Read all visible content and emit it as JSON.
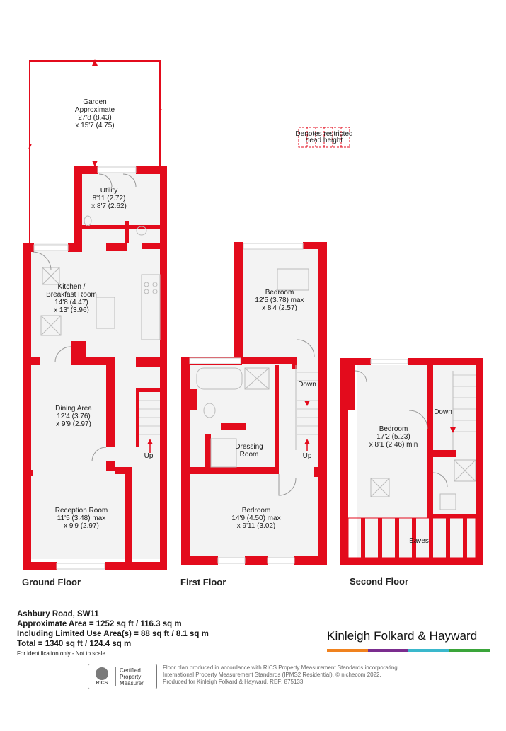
{
  "legend": {
    "line1": "Denotes restricted",
    "line2": "head height"
  },
  "rooms": {
    "garden": [
      "Garden",
      "Approximate",
      "27'8 (8.43)",
      "x 15'7 (4.75)"
    ],
    "utility": [
      "Utility",
      "8'11 (2.72)",
      "x 8'7 (2.62)"
    ],
    "kitchen": [
      "Kitchen /",
      "Breakfast Room",
      "14'8 (4.47)",
      "x 13' (3.96)"
    ],
    "dining": [
      "Dining Area",
      "12'4 (3.76)",
      "x 9'9 (2.97)"
    ],
    "reception": [
      "Reception Room",
      "11'5 (3.48) max",
      "x 9'9 (2.97)"
    ],
    "bedroom1": [
      "Bedroom",
      "12'5 (3.78) max",
      "x 8'4 (2.57)"
    ],
    "dressing": [
      "Dressing",
      "Room"
    ],
    "bedroom2": [
      "Bedroom",
      "14'9 (4.50) max",
      "x 9'11 (3.02)"
    ],
    "bedroom3": [
      "Bedroom",
      "17'2 (5.23)",
      "x 8'1 (2.46) min"
    ],
    "eaves": [
      "Eaves"
    ]
  },
  "stairs": {
    "up": "Up",
    "down": "Down"
  },
  "floors": {
    "ground": "Ground Floor",
    "first": "First Floor",
    "second": "Second Floor"
  },
  "info": {
    "address": "Ashbury Road, SW11",
    "area": "Approximate Area = 1252 sq ft / 116.3 sq m",
    "limited": "Including Limited Use Area(s) = 88 sq ft / 8.1 sq m",
    "total": "Total = 1340 sq ft / 124.4 sq m",
    "note": "For identification only - Not to scale"
  },
  "brand": {
    "name": "Kinleigh Folkard & Hayward",
    "bar_colors": [
      "#f0821e",
      "#7b2d8e",
      "#3ab8cc",
      "#3aa53a"
    ]
  },
  "rics": {
    "abbr": "RICS",
    "line1": "Certified",
    "line2": "Property",
    "line3": "Measurer"
  },
  "disclaimer": {
    "line1": "Floor plan produced in accordance with RICS Property Measurement Standards incorporating",
    "line2": "International Property Measurement Standards (IPMS2 Residential).  © nichecom 2022.",
    "line3": "Produced for Kinleigh Folkard & Hayward.   REF: 875133"
  },
  "colors": {
    "wall": "#e30b1c",
    "floor": "#f3f3f3"
  }
}
